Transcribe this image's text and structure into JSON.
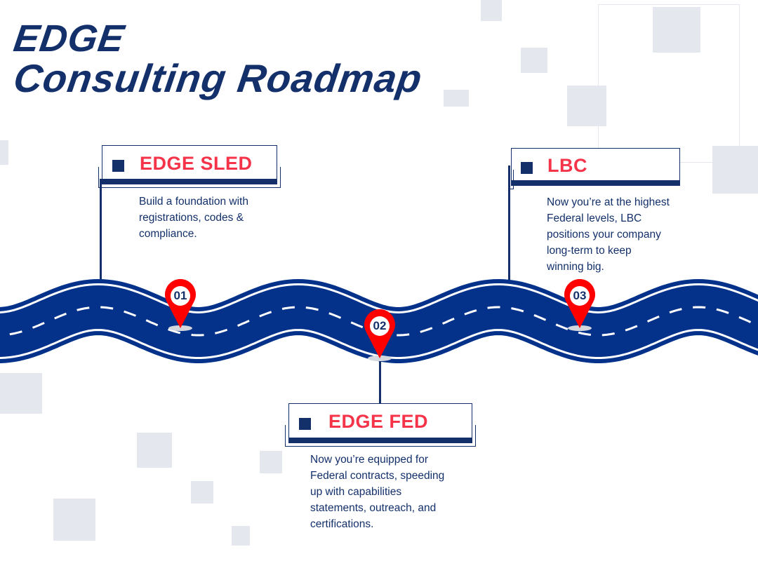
{
  "title": {
    "line1": "EDGE",
    "line2": "Consulting Roadmap"
  },
  "colors": {
    "navy": "#13306b",
    "road": "#04328a",
    "accent": "#f5344a",
    "pin": "#ff0000",
    "square": "#e4e7ee"
  },
  "stages": [
    {
      "number": "01",
      "label": "EDGE SLED",
      "description": [
        "Build a foundation with",
        "registrations, codes &",
        "compliance."
      ]
    },
    {
      "number": "02",
      "label": "EDGE FED",
      "description": [
        "Now you’re equipped for",
        "Federal contracts, speeding",
        "up with capabilities",
        "statements, outreach, and",
        "certifications."
      ]
    },
    {
      "number": "03",
      "label": "LBC",
      "description": [
        "Now you’re at the highest",
        "Federal levels, LBC",
        "positions your company",
        "long-term to keep",
        "winning big."
      ]
    }
  ]
}
